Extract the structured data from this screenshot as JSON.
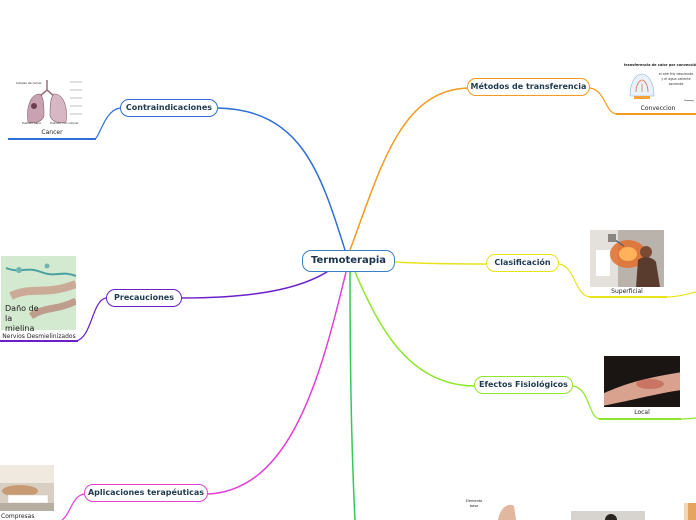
{
  "central": {
    "label": "Termoterapia",
    "color": "#3b7fc4"
  },
  "branches": [
    {
      "id": "contraindicaciones",
      "label": "Contraindicaciones",
      "color": "#2f6fd6",
      "leaf": {
        "caption": "Cancer",
        "figure_labels": [
          "Células de tumor",
          "Pulmón sano",
          "Pulmón con cáncer"
        ]
      }
    },
    {
      "id": "precauciones",
      "label": "Precauciones",
      "color": "#6a1fc9",
      "leaf": {
        "caption": "Nervios Desmielinizados",
        "overlay": "Daño de la mielina"
      }
    },
    {
      "id": "aplicaciones",
      "label": "Aplicaciones terapéuticas",
      "color": "#e23fd6",
      "leaf": {
        "caption": "Compresas"
      }
    },
    {
      "id": "metodos",
      "label": "Métodos de transferencia",
      "color": "#f39a1f",
      "leaf": {
        "caption": "Conveccion",
        "figure_title": "transferencia de calor por convección",
        "figure_note": "el aire frío desciende y el agua caliente asciende"
      }
    },
    {
      "id": "clasificacion",
      "label": "Clasificación",
      "color": "#e9e31c",
      "leaf": {
        "caption": "Superficial"
      }
    },
    {
      "id": "efectos",
      "label": "Efectos Fisiológicos",
      "color": "#8ee62a",
      "leaf": {
        "caption": "Local"
      }
    },
    {
      "id": "bottom",
      "label": "",
      "color": "#34c75a",
      "leaf": {
        "caption": ""
      }
    }
  ],
  "misc": {
    "bottom_tiny_label": "Elemento base"
  }
}
